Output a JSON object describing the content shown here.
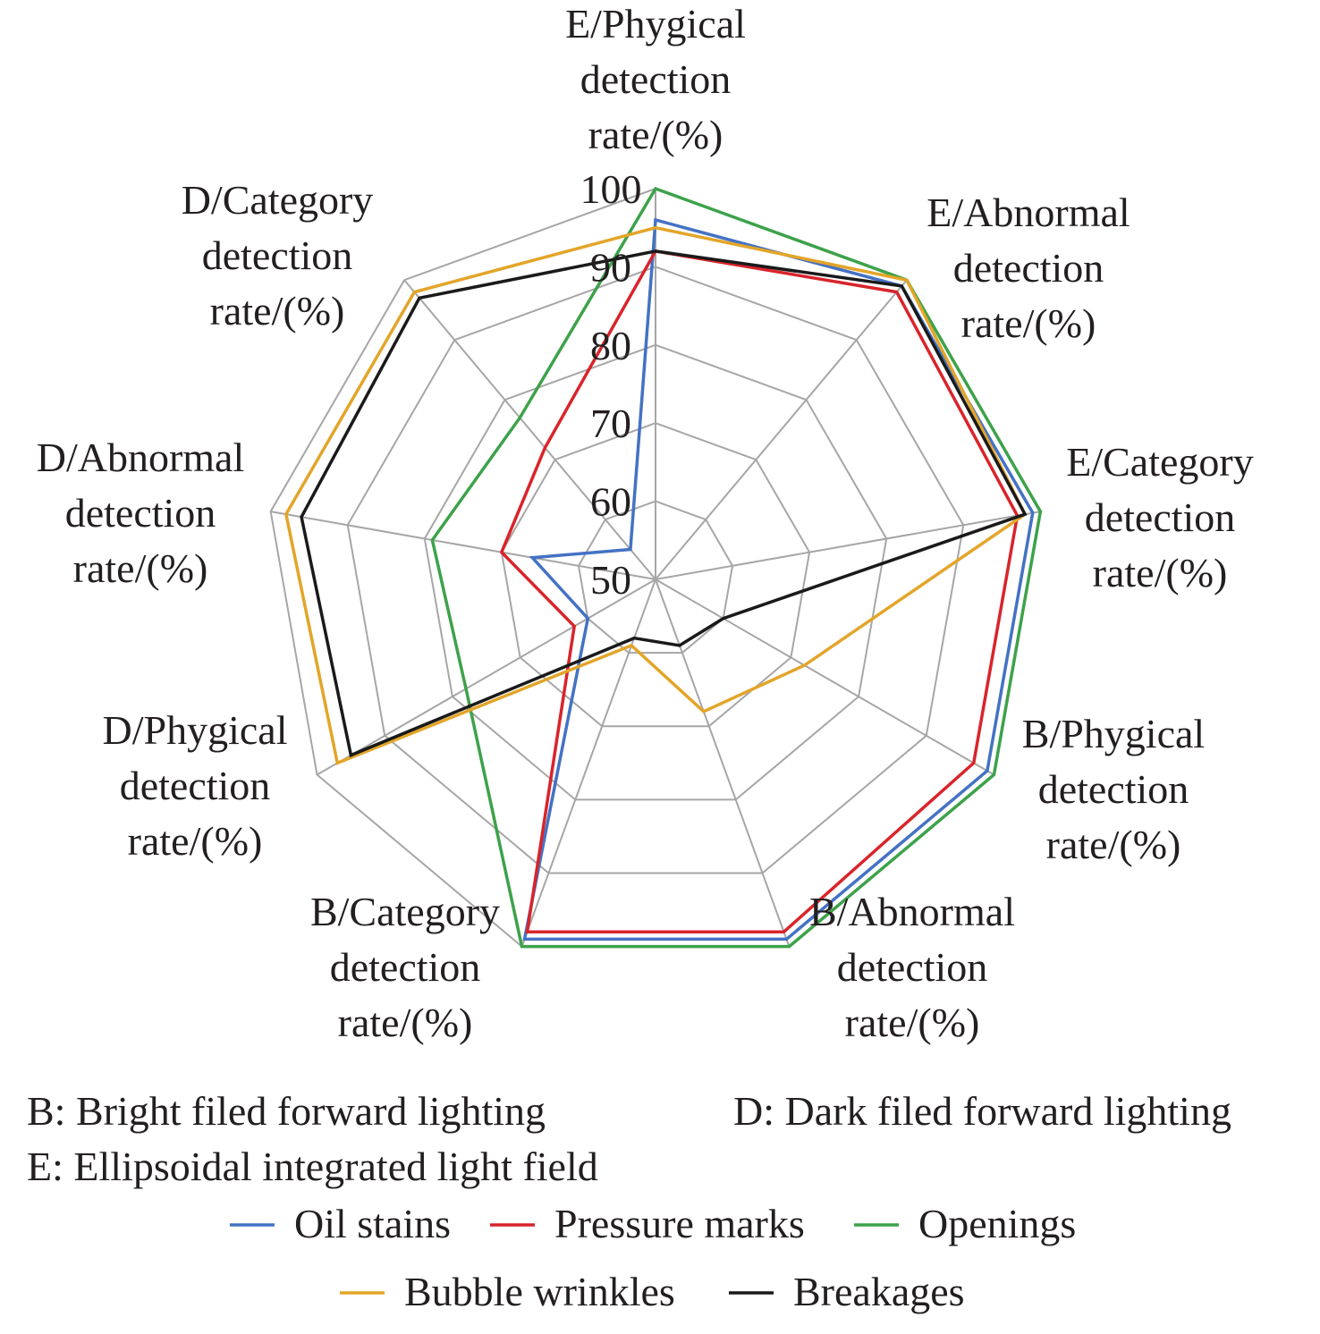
{
  "chart_data": {
    "type": "radar",
    "axes": [
      [
        "E/Phygical",
        "detection",
        "rate/(%)"
      ],
      [
        "E/Abnormal",
        "detection",
        "rate/(%)"
      ],
      [
        "E/Category",
        "detection",
        "rate/(%)"
      ],
      [
        "B/Phygical",
        "detection",
        "rate/(%)"
      ],
      [
        "B/Abnormal",
        "detection",
        "rate/(%)"
      ],
      [
        "B/Category",
        "detection",
        "rate/(%)"
      ],
      [
        "D/Phygical",
        "detection",
        "rate/(%)"
      ],
      [
        "D/Abnormal",
        "detection",
        "rate/(%)"
      ],
      [
        "D/Category",
        "detection",
        "rate/(%)"
      ]
    ],
    "ticks": [
      "50",
      "60",
      "70",
      "80",
      "90",
      "100"
    ],
    "range": [
      50,
      100
    ],
    "grid": true,
    "series": [
      {
        "name": "Oil stains",
        "color": "#4472c4",
        "values": [
          96,
          99,
          99,
          99,
          99,
          99,
          60,
          66,
          55
        ]
      },
      {
        "name": "Pressure marks",
        "color": "#d9242b",
        "values": [
          92,
          98,
          97,
          97,
          98,
          98,
          62,
          70,
          72
        ]
      },
      {
        "name": "Openings",
        "color": "#3da24a",
        "values": [
          100,
          100,
          100,
          100,
          100,
          100,
          78,
          79,
          77
        ]
      },
      {
        "name": "Bubble wrinkles",
        "color": "#e3a529",
        "values": [
          95,
          100,
          98,
          72,
          68,
          59,
          97,
          98,
          98
        ]
      },
      {
        "name": "Breakages",
        "color": "#1a1a1a",
        "values": [
          92,
          99,
          98,
          60,
          59,
          58,
          95,
          96,
          97
        ]
      }
    ],
    "notes": [
      "B: Bright filed forward lighting",
      "D: Dark filed forward lighting",
      "E: Ellipsoidal integrated light field"
    ],
    "legend_position": "bottom"
  }
}
